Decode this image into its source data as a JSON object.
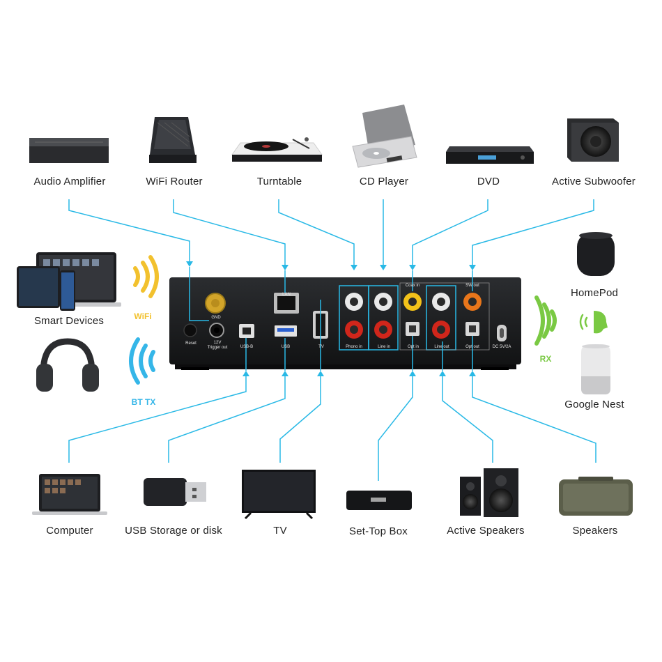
{
  "top_devices": [
    {
      "label": "Audio Amplifier"
    },
    {
      "label": "WiFi Router"
    },
    {
      "label": "Turntable"
    },
    {
      "label": "CD Player"
    },
    {
      "label": "DVD"
    },
    {
      "label": "Active Subwoofer"
    }
  ],
  "bottom_devices": [
    {
      "label": "Computer"
    },
    {
      "label": "USB Storage or disk"
    },
    {
      "label": "TV"
    },
    {
      "label": "Set-Top Box"
    },
    {
      "label": "Active Speakers"
    },
    {
      "label": "Speakers"
    }
  ],
  "left_devices": [
    {
      "label": "Smart Devices"
    }
  ],
  "right_devices": [
    {
      "label": "HomePod"
    },
    {
      "label": "Google Nest"
    }
  ],
  "wireless": {
    "wifi": "WiFi",
    "bt_tx": "BT TX",
    "rx": "RX"
  },
  "panel": {
    "reset": "Reset",
    "gnd": "GND",
    "trigger": "12V\nTrigger out",
    "usb_b": "USB-B",
    "lan": "LAN",
    "usb": "USB",
    "tv": "TV",
    "phono_in": "Phono in",
    "line_in": "Line in",
    "coax_in": "Coax in",
    "opt_in": "Opt in",
    "line_out": "Line out",
    "sw_out": "SW out",
    "opt_out": "Opt out",
    "dc": "DC 5V/2A"
  },
  "colors": {
    "connector_line": "#29b9e6",
    "wifi": "#f2c12e",
    "bt": "#35b6e8",
    "rx": "#7ac943",
    "device_body": "#1d1f22",
    "rca_red": "#d0261b",
    "rca_white": "#e9e9e9",
    "rca_yellow": "#f3c21a",
    "rca_orange": "#e8761b"
  }
}
